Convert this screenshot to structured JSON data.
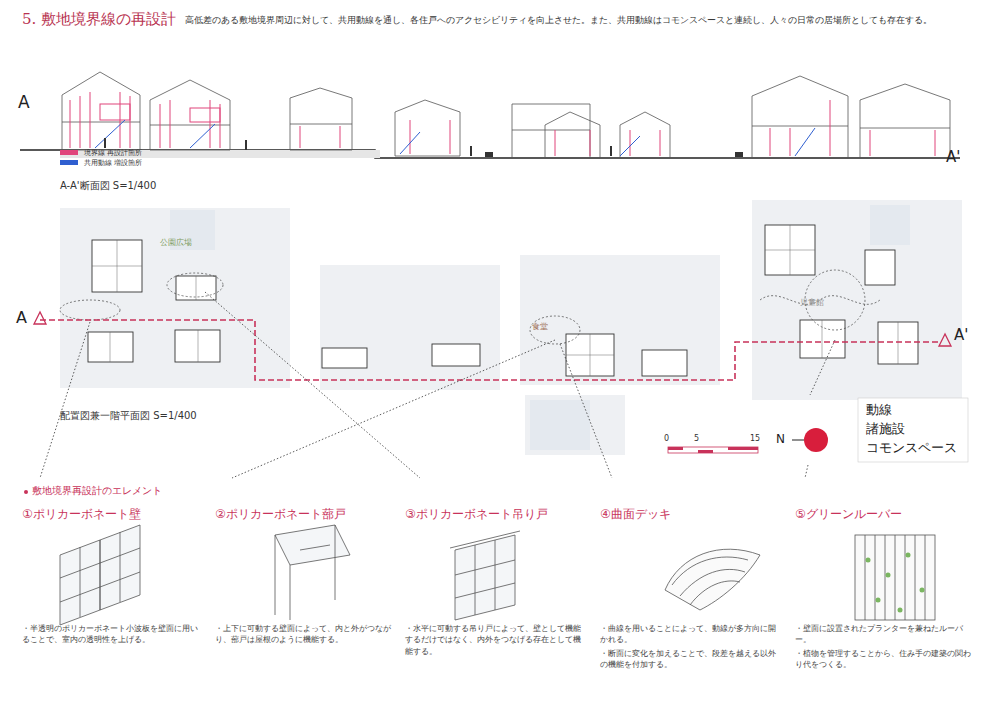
{
  "diagram": {
    "title": "5. 敷地境界線の再設計",
    "nodes": [
      {
        "text": [
          "①ポリカーボネート壁",
          "・半透明のポリカーボネート小波板を壁面に用いることで、室内の透明性を上げる。"
        ]
      },
      {
        "text": [
          "②ポリカーボネート蔀戸",
          "・上下に可動する壁面によって、内と外がつながり、蔀戸は屋根のように機能する。"
        ]
      },
      {
        "text": [
          "③ポリカーボネート吊り戸",
          "・水平に可動する吊り戸によって、壁として機能するだけではなく、内外をつなげる存在として機能する。"
        ]
      },
      {
        "text": [
          "④曲面デッキ",
          "・曲線を用いることによって、動線が多方向に開かれる。",
          "・断面に変化を加えることで、段差を越える以外の機能を付加する。"
        ]
      },
      {
        "text": [
          "⑤グリーンルーバー",
          "・壁面に設置されたプランターを兼ねたルーバー。",
          "・植物を管理することから、住み手の建築の関わり代をつくる。"
        ]
      }
    ],
    "labels": [
      "高低差のある敷地境界周辺に対して、共用動線を通し、各住戸へのアクセシビリティを向上させた。また、共用動線はコモンスペースと連続し、人々の日常の居場所としても存在する。",
      "A",
      "A'",
      "A-A'断面図 S=1/400",
      "公園広場",
      "A",
      "食堂",
      "児童館",
      "A'",
      "配置図兼一階平面図 S=1/400",
      "0",
      "5",
      "15",
      "N",
      "動線",
      "諸施設",
      "コモンスペース",
      "敷地境界再設計のエレメント"
    ],
    "legend": [
      {
        "text": "境界線 再設計箇所",
        "color": "#e0457b"
      },
      {
        "text": "共用動線 増設箇所",
        "color": "#2f5fd0"
      }
    ]
  }
}
